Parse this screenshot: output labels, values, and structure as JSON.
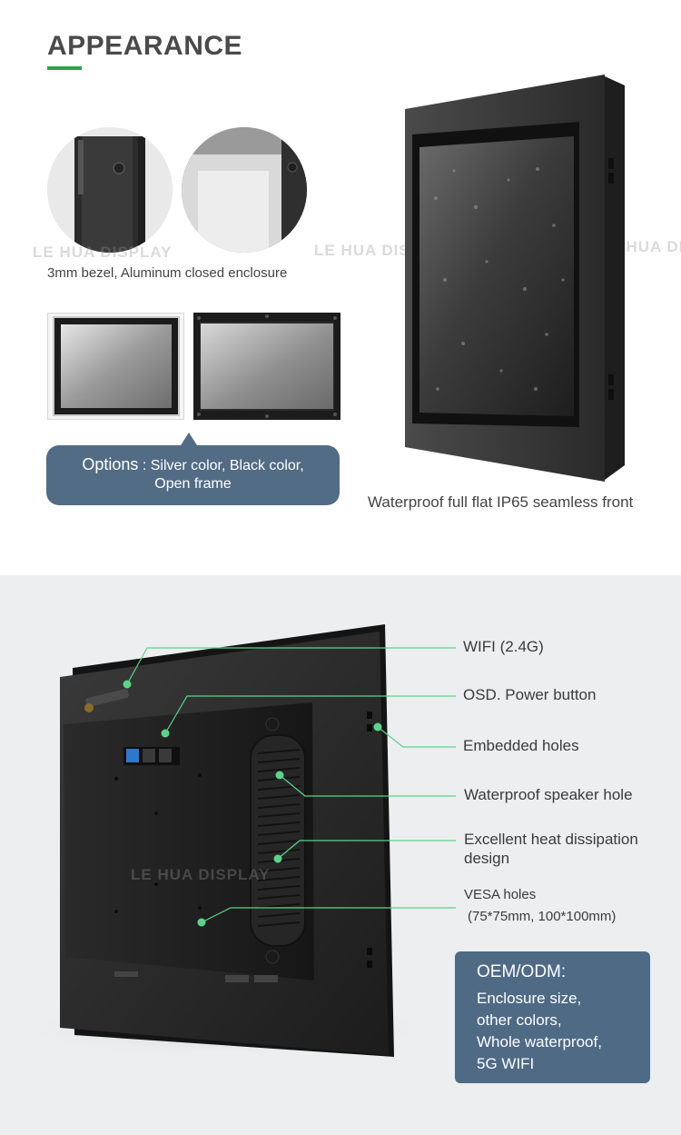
{
  "header": {
    "title": "APPEARANCE"
  },
  "watermark": "LE HUA DISPLAY",
  "bezel_caption": "3mm bezel, Aluminum closed enclosure",
  "options": {
    "key": "Options",
    "text_line1": " : Silver color, Black color,",
    "text_line2": "Open frame"
  },
  "front_caption": "Waterproof full flat IP65 seamless front",
  "back_labels": {
    "wifi": "WIFI (2.4G)",
    "osd": "OSD. Power button",
    "embedded": "Embedded holes",
    "speaker": "Waterproof speaker hole",
    "heat_line1": "Excellent heat dissipation",
    "heat_line2": "design",
    "vesa_line1": "VESA holes",
    "vesa_line2": "(75*75mm, 100*100mm)"
  },
  "oem": {
    "title": "OEM/ODM:",
    "items": [
      "Enclosure size,",
      "other colors,",
      "Whole waterproof,",
      "5G WIFI"
    ]
  },
  "colors": {
    "accent_green": "#2aa34a",
    "callout_blue": "#536c85",
    "leader_line": "#5cd38a"
  }
}
